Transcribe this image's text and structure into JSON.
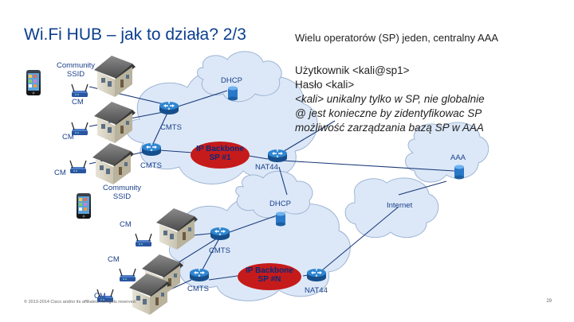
{
  "slide": {
    "title": "Wi.Fi HUB – jak to działa? 2/3",
    "subtitle": "Wielu operatorów (SP) jeden, centralny AAA",
    "description": [
      "Użytkownik <kali@sp1>",
      "Hasło        <kali>",
      "<kali> unikalny tylko w SP, nie globalnie",
      "@ jest konieczne by zidentyfikowac SP",
      "możliwość zarządzania bazą SP w AAA"
    ],
    "footer": "© 2013-2014 Cisco and/or its affiliates. All rights reserved.",
    "page_number": "29"
  },
  "labels": {
    "community_ssid": [
      "Community",
      "SSID"
    ],
    "cm": "CM",
    "cmts": "CMTS",
    "dhcp": "DHCP",
    "aaa": "AAA",
    "nat44": "NAT44",
    "internet": "Internet",
    "backbone_1": [
      "IP Backbone",
      "SP #1"
    ],
    "backbone_n": [
      "IP Backbone",
      "SP #N"
    ]
  },
  "colors": {
    "title": "#0b3f8f",
    "cloud_fill": "#dce8f8",
    "cloud_stroke": "#9fb5d3",
    "link_line": "#1a3a7a",
    "backbone_fill": "#c61b1b",
    "backbone_text": "#0b2a7a",
    "server_fill": "#2a78c8",
    "router_fill": "#1e6fbf"
  }
}
